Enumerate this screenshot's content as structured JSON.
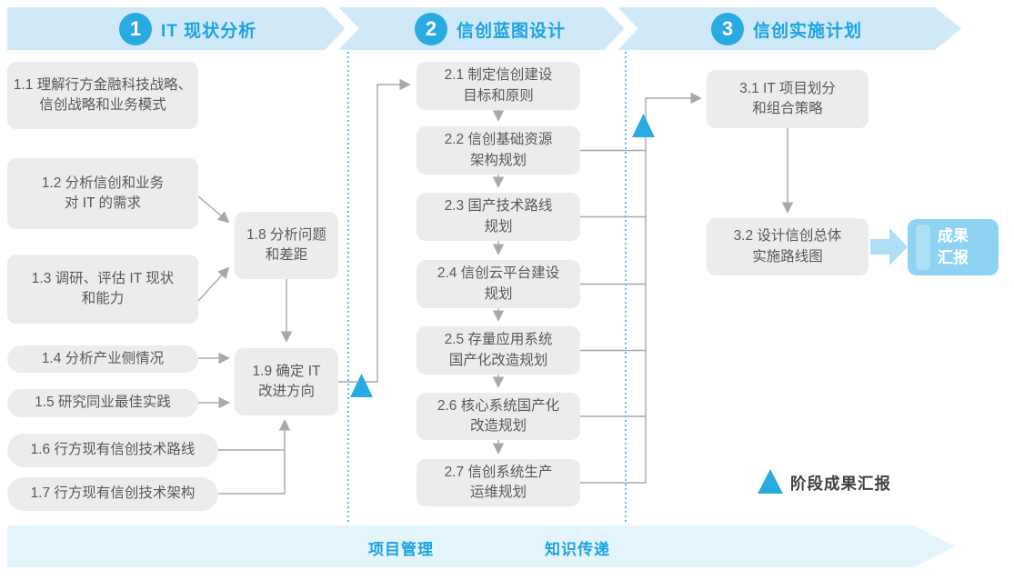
{
  "colors": {
    "accent_blue": "#29abe2",
    "header_text_blue": "#1ca3e2",
    "top_band": "#cfe9f8",
    "bottom_band": "#e4f4fc",
    "task_box_bg": "#ececec",
    "task_box_text": "#58595b",
    "connector_gray": "#a6a8ab",
    "result_box_bg": "#8ed3f1"
  },
  "phases": [
    {
      "number": "1",
      "title": "IT 现状分析"
    },
    {
      "number": "2",
      "title": "信创蓝图设计"
    },
    {
      "number": "3",
      "title": "信创实施计划"
    }
  ],
  "phase1": {
    "b11": "1.1 理解行方金融科技战略、\n信创战略和业务模式",
    "b12": "1.2 分析信创和业务\n对 IT 的需求",
    "b13": "1.3 调研、评估 IT 现状\n和能力",
    "b14": "1.4 分析产业侧情况",
    "b15": "1.5 研究同业最佳实践",
    "b16": "1.6 行方现有信创技术路线",
    "b17": "1.7 行方现有信创技术架构",
    "b18": "1.8 分析问题\n和差距",
    "b19": "1.9 确定 IT\n改进方向"
  },
  "phase2": {
    "b21": "2.1 制定信创建设\n目标和原则",
    "b22": "2.2 信创基础资源\n架构规划",
    "b23": "2.3 国产技术路线\n规划",
    "b24": "2.4 信创云平台建设\n规划",
    "b25": "2.5 存量应用系统\n国产化改造规划",
    "b26": "2.6 核心系统国产化\n改造规划",
    "b27": "2.7 信创系统生产\n运维规划"
  },
  "phase3": {
    "b31": "3.1 IT 项目划分\n和组合策略",
    "b32": "3.2 设计信创总体\n实施路线图",
    "result": "成果\n汇报"
  },
  "legend": {
    "label": "阶段成果汇报"
  },
  "footer": {
    "items": [
      "项目管理",
      "知识传递"
    ]
  }
}
